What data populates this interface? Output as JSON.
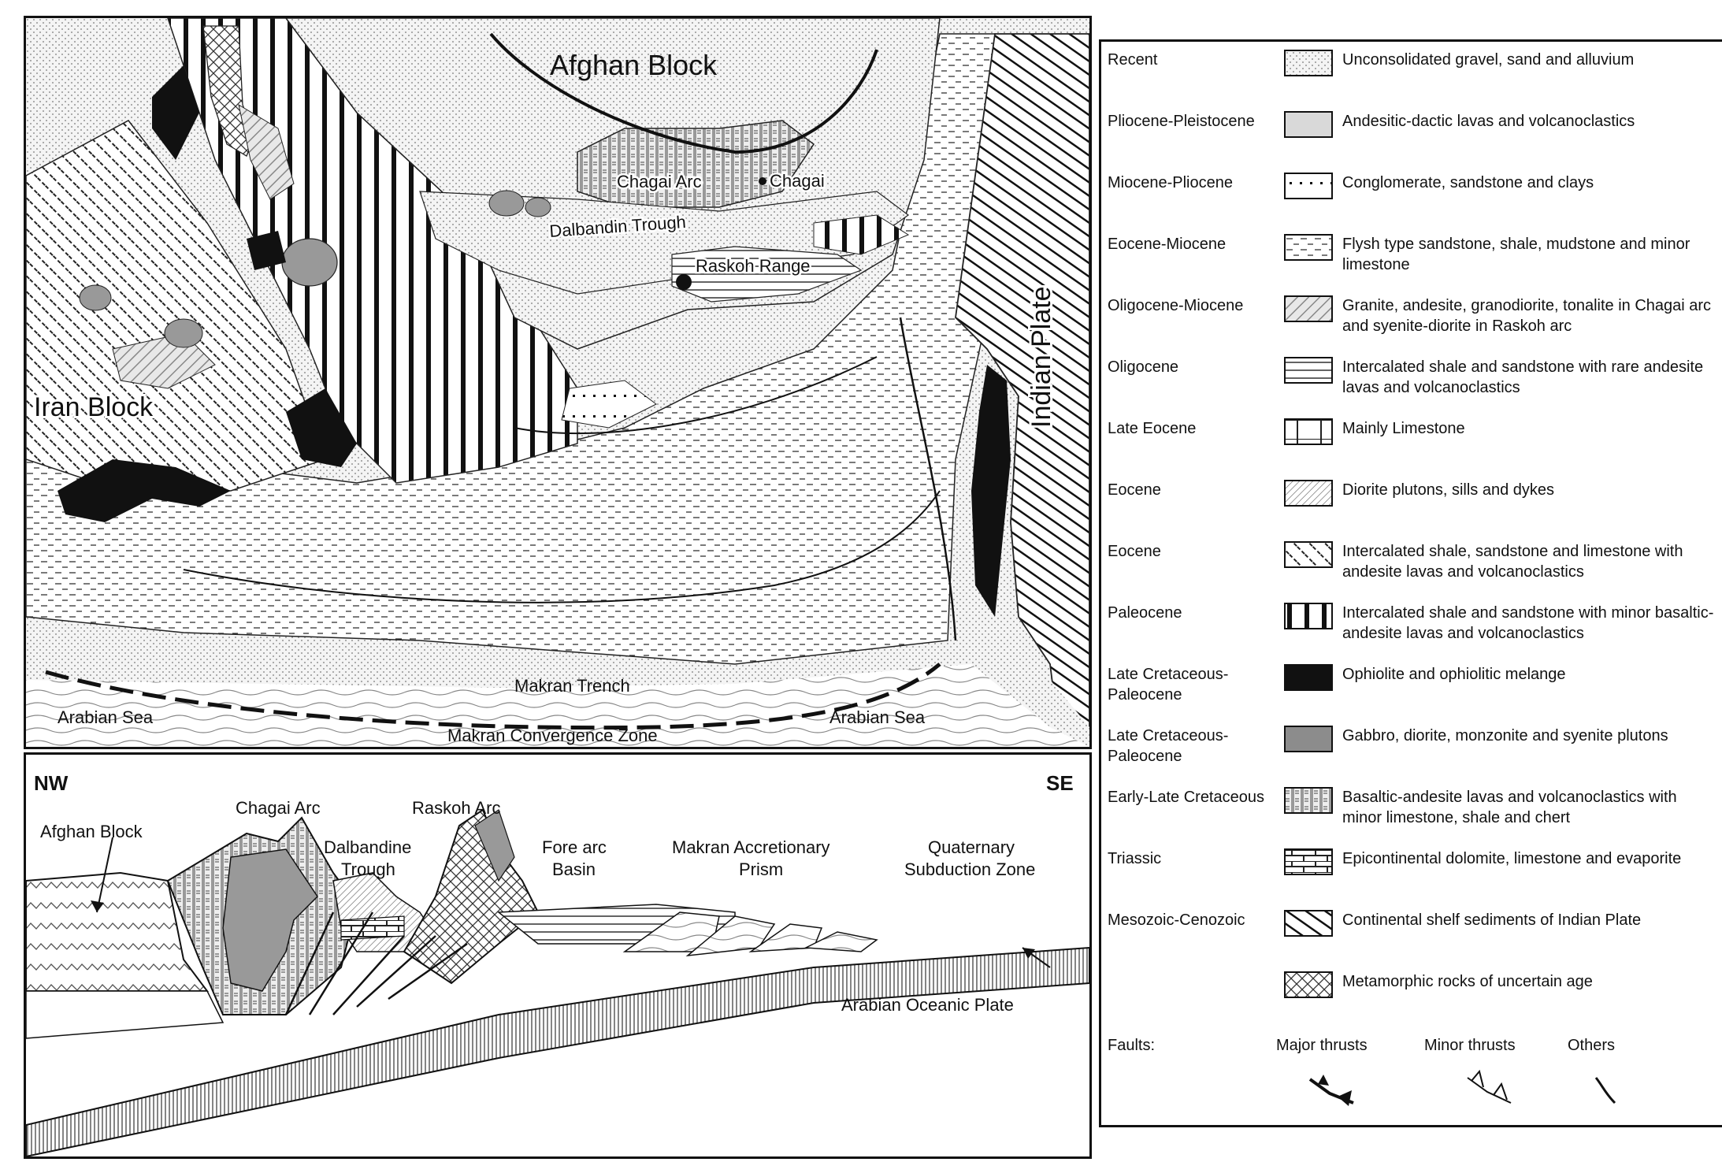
{
  "map": {
    "labels": {
      "afghan_block": "Afghan Block",
      "iran_block": "Iran Block",
      "indian_plate": "Indian Plate",
      "chagai_arc": "Chagai Arc",
      "chagai": "Chagai",
      "dalbandin_trough": "Dalbandin Trough",
      "raskoh_range": "Raskoh Range",
      "makran_trench": "Makran Trench",
      "arabian_sea_left": "Arabian Sea",
      "arabian_sea_right": "Arabian Sea",
      "makran_convergence_zone": "Makran Convergence Zone"
    }
  },
  "section": {
    "labels": {
      "nw": "NW",
      "se": "SE",
      "afghan_block": "Afghan Block",
      "chagai_arc": "Chagai Arc",
      "raskoh_arc": "Raskoh Arc",
      "dalbandin_trough_1": "Dalbandine",
      "dalbandin_trough_2": "Trough",
      "fore_arc_1": "Fore arc",
      "fore_arc_2": "Basin",
      "makran_prism_1": "Makran Accretionary",
      "makran_prism_2": "Prism",
      "quaternary_1": "Quaternary",
      "quaternary_2": "Subduction Zone",
      "arabian_oceanic_plate": "Arabian Oceanic Plate"
    }
  },
  "legend": {
    "items": [
      {
        "age": "Recent",
        "desc": "Unconsolidated gravel, sand and alluvium",
        "pattern": "dots-fine"
      },
      {
        "age": "Pliocene-Pleistocene",
        "desc": "Andesitic-dactic lavas and volcanoclastics",
        "pattern": "light-grey"
      },
      {
        "age": "Miocene-Pliocene",
        "desc": "Conglomerate, sandstone and clays",
        "pattern": "dots-coarse"
      },
      {
        "age": "Eocene-Miocene",
        "desc": "Flysh type sandstone, shale, mudstone and minor limestone",
        "pattern": "dashes"
      },
      {
        "age": "Oligocene-Miocene",
        "desc": "Granite, andesite, granodiorite, tonalite in Chagai arc and syenite-diorite in Raskoh arc",
        "pattern": "diag-grey"
      },
      {
        "age": "Oligocene",
        "desc": "Intercalated shale and sandstone with rare andesite lavas and volcanoclastics",
        "pattern": "horizontal"
      },
      {
        "age": "Late Eocene",
        "desc": "Mainly Limestone",
        "pattern": "brick"
      },
      {
        "age": "Eocene",
        "desc": "Diorite plutons, sills and dykes",
        "pattern": "diag-fine"
      },
      {
        "age": "Eocene",
        "desc": "Intercalated shale, sandstone and limestone with andesite lavas and volcanoclastics",
        "pattern": "diag-dash"
      },
      {
        "age": "Paleocene",
        "desc": "Intercalated shale and sandstone with minor basaltic-andesite lavas and volcanoclastics",
        "pattern": "vertical"
      },
      {
        "age": "Late Cretaceous-Paleocene",
        "desc": "Ophiolite and ophiolitic melange",
        "pattern": "black"
      },
      {
        "age": "Late Cretaceous-Paleocene",
        "desc": "Gabbro, diorite, monzonite and syenite plutons",
        "pattern": "dark-grey"
      },
      {
        "age": "Early-Late Cretaceous",
        "desc": "Basaltic-andesite lavas and volcanoclastics with minor limestone, shale and chert",
        "pattern": "grid"
      },
      {
        "age": "Triassic",
        "desc": "Epicontinental dolomite, limestone and evaporite",
        "pattern": "brick-wide"
      },
      {
        "age": "Mesozoic-Cenozoic",
        "desc": "Continental shelf sediments of Indian Plate",
        "pattern": "diag-heavy"
      },
      {
        "age": "",
        "desc": "Metamorphic rocks of uncertain age",
        "pattern": "crosshatch"
      }
    ],
    "faults": {
      "title": "Faults:",
      "major": "Major thrusts",
      "minor": "Minor thrusts",
      "others": "Others"
    }
  }
}
